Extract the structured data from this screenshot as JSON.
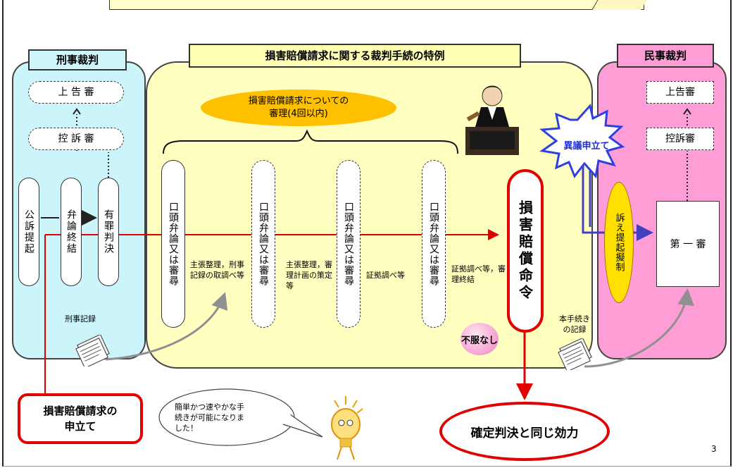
{
  "criminal": {
    "title": "刑事裁判",
    "appeal_top": "上 告 審",
    "appeal_mid": "控 訴 審",
    "stage1": "公訴提起",
    "stage2": "弁論終結",
    "stage3": "有罪判決",
    "record_label": "刑事記録"
  },
  "special": {
    "title": "損害賠償請求に関する裁判手続の特例",
    "bubble_line1": "損害賠償請求についての",
    "bubble_line2": "審理(4回以内)",
    "hearing": "口頭弁論又は審尋",
    "note1": "主張整理，刑事記録の取調べ等",
    "note2": "主張整理，審理計画の策定等",
    "note3": "証拠調べ等",
    "note4": "証拠調べ等，審理終結",
    "order": "損害賠償命令",
    "objection": "異議申立て",
    "no_objection": "不服なし"
  },
  "civil": {
    "title": "民事裁判",
    "appeal_top": "上告審",
    "appeal_mid": "控訴審",
    "lawsuit": "訴え提起擬制",
    "first": "第 一 審",
    "record_label_1": "本手続き",
    "record_label_2": "の記録"
  },
  "petition": {
    "line1": "損害賠償請求の",
    "line2": "申立て"
  },
  "speech": {
    "line1": "簡単かつ速やかな手",
    "line2": "続きが可能になりま",
    "line3": "した！"
  },
  "result": "確定判決と同じ効力",
  "page_number": "3",
  "colors": {
    "red_arrow": "#e00000",
    "blue_arrow": "#4040c0",
    "gray_arrow": "#909090"
  }
}
